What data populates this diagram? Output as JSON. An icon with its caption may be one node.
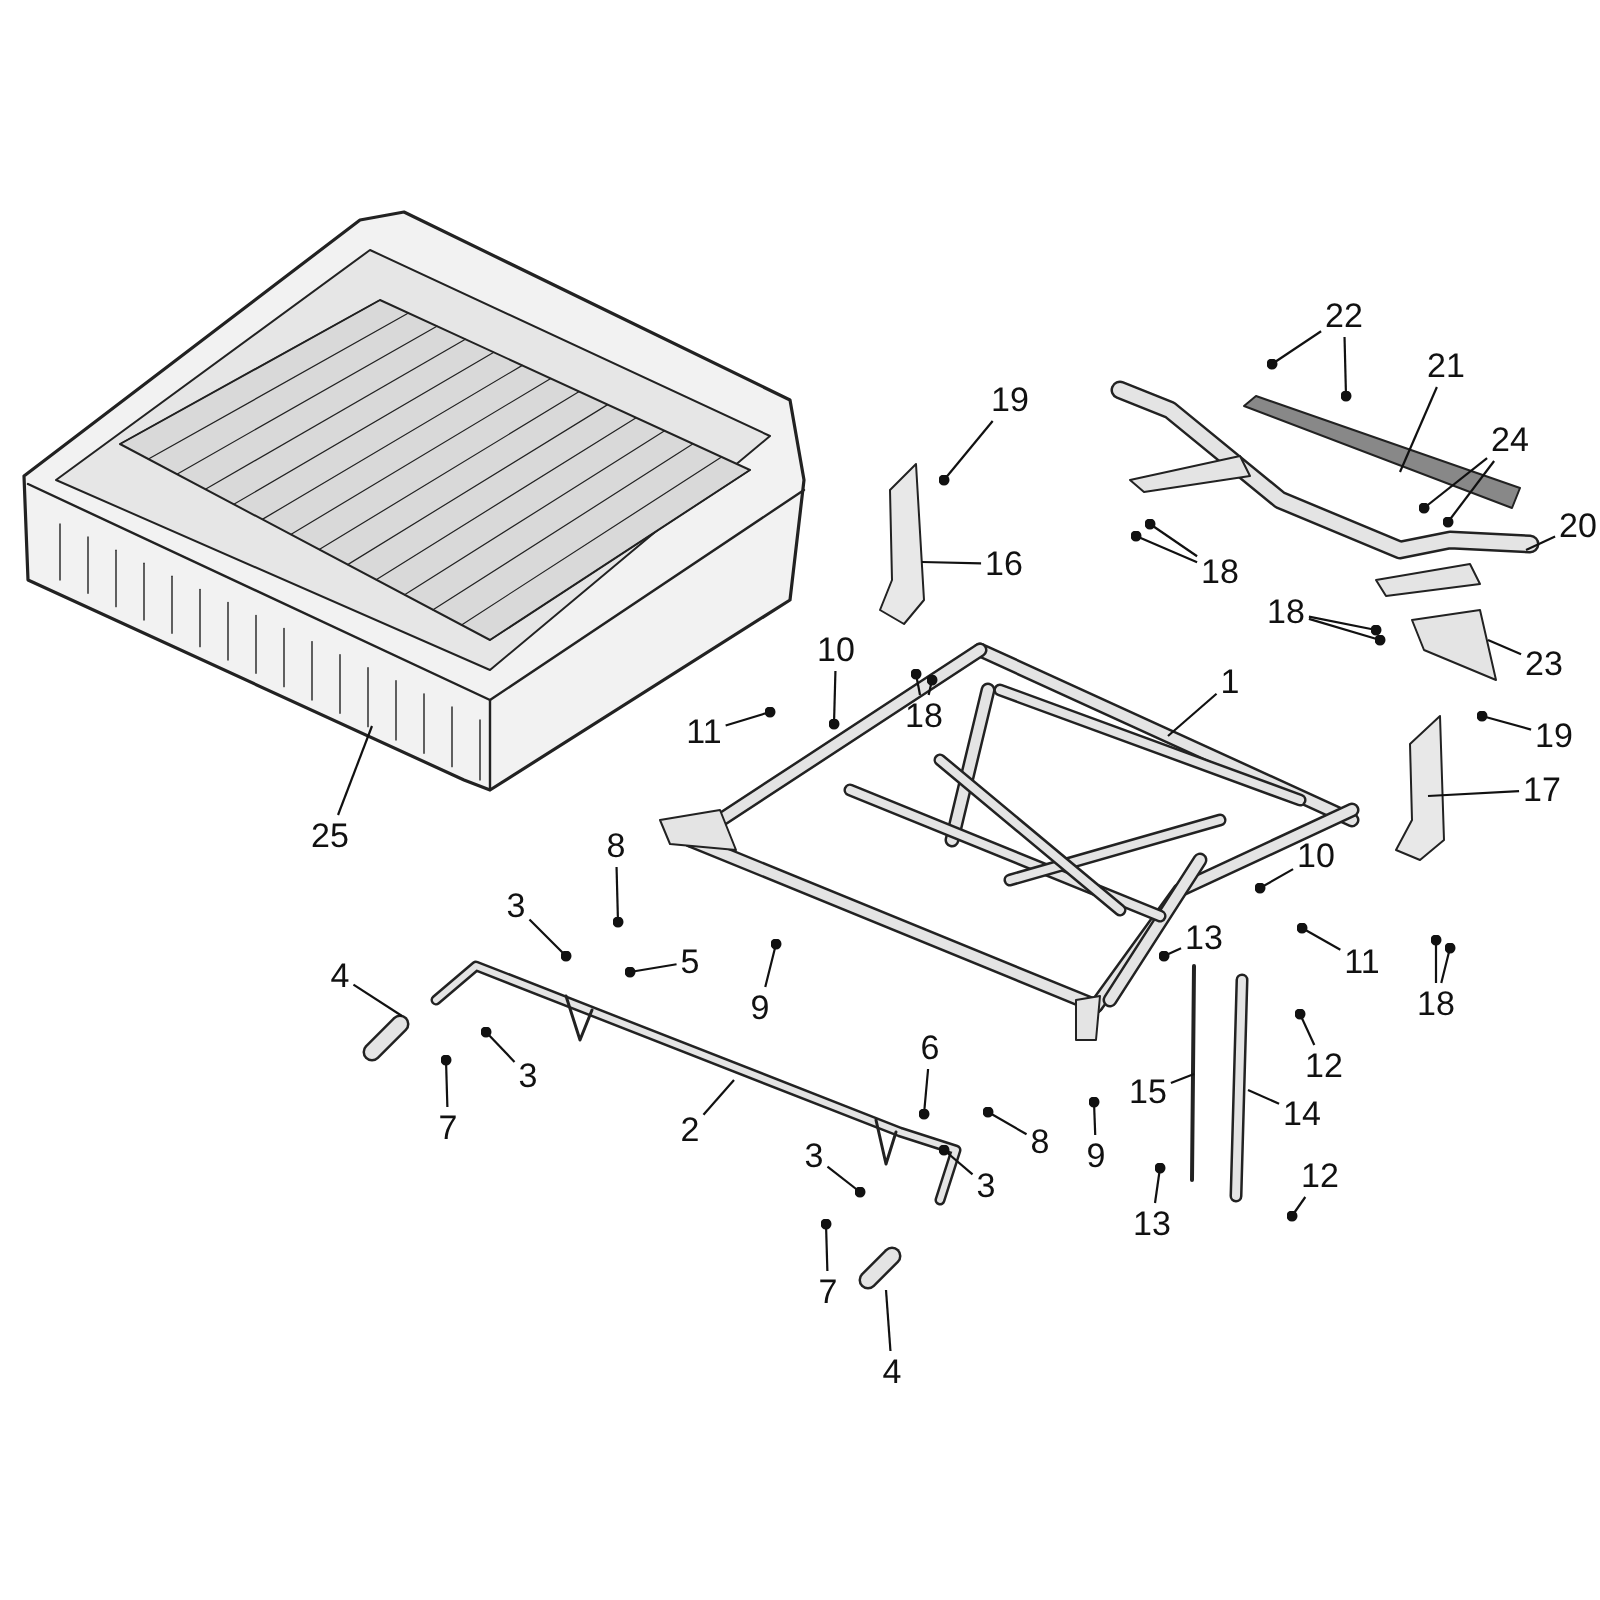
{
  "diagram": {
    "nodes": [
      {
        "text": [
          "25"
        ]
      },
      {
        "text": [
          "19"
        ]
      },
      {
        "text": [
          "16"
        ]
      },
      {
        "text": [
          "22"
        ]
      },
      {
        "text": [
          "21"
        ]
      },
      {
        "text": [
          "24"
        ]
      },
      {
        "text": [
          "20"
        ]
      },
      {
        "text": [
          "18"
        ]
      },
      {
        "text": [
          "18"
        ]
      },
      {
        "text": [
          "18"
        ]
      },
      {
        "text": [
          "23"
        ]
      },
      {
        "text": [
          "10"
        ]
      },
      {
        "text": [
          "11"
        ]
      },
      {
        "text": [
          "1"
        ]
      },
      {
        "text": [
          "19"
        ]
      },
      {
        "text": [
          "17"
        ]
      },
      {
        "text": [
          "18"
        ]
      },
      {
        "text": [
          "10"
        ]
      },
      {
        "text": [
          "13"
        ]
      },
      {
        "text": [
          "11"
        ]
      },
      {
        "text": [
          "8"
        ]
      },
      {
        "text": [
          "3"
        ]
      },
      {
        "text": [
          "5"
        ]
      },
      {
        "text": [
          "4"
        ]
      },
      {
        "text": [
          "3"
        ]
      },
      {
        "text": [
          "7"
        ]
      },
      {
        "text": [
          "9"
        ]
      },
      {
        "text": [
          "6"
        ]
      },
      {
        "text": [
          "8"
        ]
      },
      {
        "text": [
          "2"
        ]
      },
      {
        "text": [
          "12"
        ]
      },
      {
        "text": [
          "15"
        ]
      },
      {
        "text": [
          "14"
        ]
      },
      {
        "text": [
          "9"
        ]
      },
      {
        "text": [
          "3"
        ]
      },
      {
        "text": [
          "3"
        ]
      },
      {
        "text": [
          "13"
        ]
      },
      {
        "text": [
          "12"
        ]
      },
      {
        "text": [
          "7"
        ]
      },
      {
        "text": [
          "4"
        ]
      }
    ],
    "edges": [
      {
        "from": 0,
        "to": null,
        "arrow": "none"
      },
      {
        "from": 1,
        "to": null,
        "arrow": "other"
      },
      {
        "from": 2,
        "to": null,
        "arrow": "none"
      },
      {
        "from": 3,
        "to": null,
        "arrow": "other"
      },
      {
        "from": 3,
        "to": null,
        "arrow": "other"
      },
      {
        "from": 4,
        "to": null,
        "arrow": "none"
      },
      {
        "from": 5,
        "to": null,
        "arrow": "other"
      },
      {
        "from": 5,
        "to": null,
        "arrow": "other"
      },
      {
        "from": 6,
        "to": null,
        "arrow": "none"
      },
      {
        "from": 7,
        "to": null,
        "arrow": "other"
      },
      {
        "from": 7,
        "to": null,
        "arrow": "other"
      },
      {
        "from": 8,
        "to": null,
        "arrow": "other"
      },
      {
        "from": 8,
        "to": null,
        "arrow": "other"
      },
      {
        "from": 9,
        "to": null,
        "arrow": "other"
      },
      {
        "from": 9,
        "to": null,
        "arrow": "other"
      },
      {
        "from": 10,
        "to": null,
        "arrow": "none"
      },
      {
        "from": 11,
        "to": null,
        "arrow": "other"
      },
      {
        "from": 12,
        "to": null,
        "arrow": "other"
      },
      {
        "from": 13,
        "to": null,
        "arrow": "none"
      },
      {
        "from": 14,
        "to": null,
        "arrow": "other"
      },
      {
        "from": 15,
        "to": null,
        "arrow": "none"
      },
      {
        "from": 16,
        "to": null,
        "arrow": "other"
      },
      {
        "from": 16,
        "to": null,
        "arrow": "other"
      },
      {
        "from": 17,
        "to": null,
        "arrow": "other"
      },
      {
        "from": 18,
        "to": null,
        "arrow": "other"
      },
      {
        "from": 19,
        "to": null,
        "arrow": "other"
      },
      {
        "from": 20,
        "to": null,
        "arrow": "other"
      },
      {
        "from": 21,
        "to": null,
        "arrow": "other"
      },
      {
        "from": 22,
        "to": null,
        "arrow": "other"
      },
      {
        "from": 23,
        "to": null,
        "arrow": "none"
      },
      {
        "from": 24,
        "to": null,
        "arrow": "other"
      },
      {
        "from": 25,
        "to": null,
        "arrow": "other"
      },
      {
        "from": 26,
        "to": null,
        "arrow": "other"
      },
      {
        "from": 27,
        "to": null,
        "arrow": "other"
      },
      {
        "from": 28,
        "to": null,
        "arrow": "other"
      },
      {
        "from": 29,
        "to": null,
        "arrow": "none"
      },
      {
        "from": 30,
        "to": null,
        "arrow": "other"
      },
      {
        "from": 31,
        "to": null,
        "arrow": "none"
      },
      {
        "from": 32,
        "to": null,
        "arrow": "none"
      },
      {
        "from": 33,
        "to": null,
        "arrow": "other"
      },
      {
        "from": 34,
        "to": null,
        "arrow": "other"
      },
      {
        "from": 35,
        "to": null,
        "arrow": "other"
      },
      {
        "from": 36,
        "to": null,
        "arrow": "other"
      },
      {
        "from": 37,
        "to": null,
        "arrow": "other"
      },
      {
        "from": 38,
        "to": null,
        "arrow": "other"
      },
      {
        "from": 39,
        "to": null,
        "arrow": "none"
      }
    ]
  }
}
